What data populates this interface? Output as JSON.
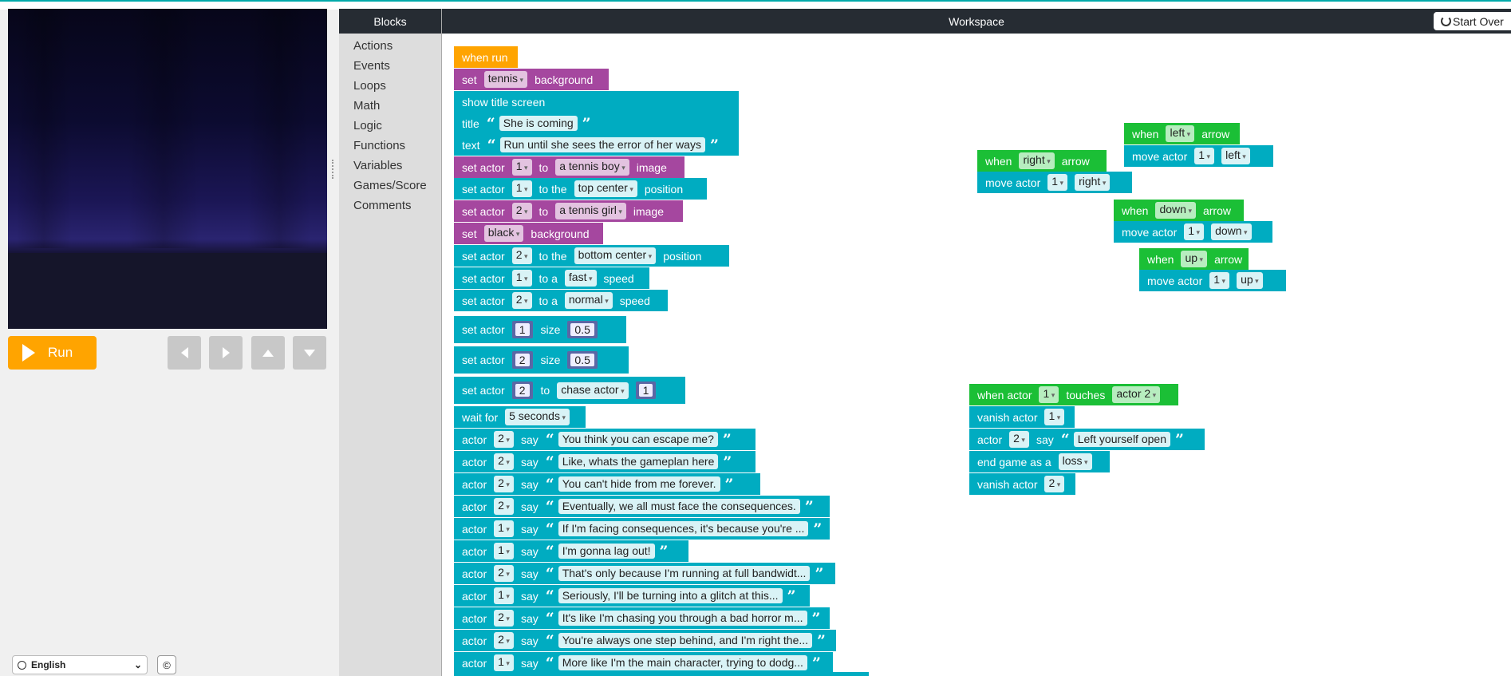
{
  "controls": {
    "run_label": "Run"
  },
  "footer": {
    "language": "English",
    "copyright_symbol": "©"
  },
  "panels": {
    "blocks_title": "Blocks",
    "workspace_title": "Workspace",
    "start_over": "Start Over"
  },
  "categories": [
    "Actions",
    "Events",
    "Loops",
    "Math",
    "Logic",
    "Functions",
    "Variables",
    "Games/Score",
    "Comments"
  ],
  "main_script": {
    "when_run": "when run",
    "set_bg1": [
      "set",
      "tennis",
      "background"
    ],
    "show_title": "show title screen",
    "title_row": [
      "title",
      "She is coming"
    ],
    "text_row": [
      "text",
      "Run until she sees the error of her ways"
    ],
    "actor1_image": [
      "set actor",
      "1",
      "to",
      "a tennis boy",
      "image"
    ],
    "actor1_pos": [
      "set actor",
      "1",
      "to the",
      "top center",
      "position"
    ],
    "actor2_image": [
      "set actor",
      "2",
      "to",
      "a tennis girl",
      "image"
    ],
    "set_bg2": [
      "set",
      "black",
      "background"
    ],
    "actor2_pos": [
      "set actor",
      "2",
      "to the",
      "bottom center",
      "position"
    ],
    "actor1_speed": [
      "set actor",
      "1",
      "to a",
      "fast",
      "speed"
    ],
    "actor2_speed": [
      "set actor",
      "2",
      "to a",
      "normal",
      "speed"
    ],
    "size1": [
      "set actor",
      "1",
      "size",
      "0.5"
    ],
    "size2": [
      "set actor",
      "2",
      "size",
      "0.5"
    ],
    "chase": [
      "set actor",
      "2",
      "to",
      "chase actor",
      "1"
    ],
    "wait": [
      "wait for",
      "5 seconds"
    ],
    "says": [
      {
        "actor": "2",
        "text": "You think you can escape me?"
      },
      {
        "actor": "2",
        "text": "Like, whats the gameplan here"
      },
      {
        "actor": "2",
        "text": "You can't hide from me forever."
      },
      {
        "actor": "2",
        "text": " Eventually, we all must face the consequences."
      },
      {
        "actor": "1",
        "text": "If I'm facing consequences, it's because you're ..."
      },
      {
        "actor": "1",
        "text": "I'm gonna lag out!"
      },
      {
        "actor": "2",
        "text": "That's only because I'm running at full bandwidt..."
      },
      {
        "actor": "1",
        "text": "Seriously, I'll be turning into a glitch at this..."
      },
      {
        "actor": "2",
        "text": "It's like I'm chasing you through a bad horror m..."
      },
      {
        "actor": "2",
        "text": "You're always one step behind, and I'm right the..."
      },
      {
        "actor": "1",
        "text": "More like I'm the main character, trying to dodg..."
      }
    ],
    "words": {
      "actor": "actor",
      "say": "say"
    }
  },
  "arrow_handlers": {
    "right": {
      "when": "when",
      "key": "right",
      "arrow": "arrow",
      "move": "move actor",
      "actor": "1",
      "dir": "right"
    },
    "left": {
      "when": "when",
      "key": "left",
      "arrow": "arrow",
      "move": "move actor",
      "actor": "1",
      "dir": "left"
    },
    "down": {
      "when": "when",
      "key": "down",
      "arrow": "arrow",
      "move": "move actor",
      "actor": "1",
      "dir": "down"
    },
    "up": {
      "when": "when",
      "key": "up",
      "arrow": "arrow",
      "move": "move actor",
      "actor": "1",
      "dir": "up"
    }
  },
  "touch_handler": {
    "head": [
      "when actor",
      "1",
      "touches",
      "actor 2"
    ],
    "vanish1": [
      "vanish actor",
      "1"
    ],
    "say": [
      "actor",
      "2",
      "say",
      "Left yourself open"
    ],
    "end": [
      "end game as a",
      "loss"
    ],
    "vanish2": [
      "vanish actor",
      "2"
    ]
  },
  "colors": {
    "teal": "#00acc1",
    "purple": "#a5479f",
    "orange": "#ffa400",
    "green": "#1bbf36",
    "header": "#262c33"
  }
}
